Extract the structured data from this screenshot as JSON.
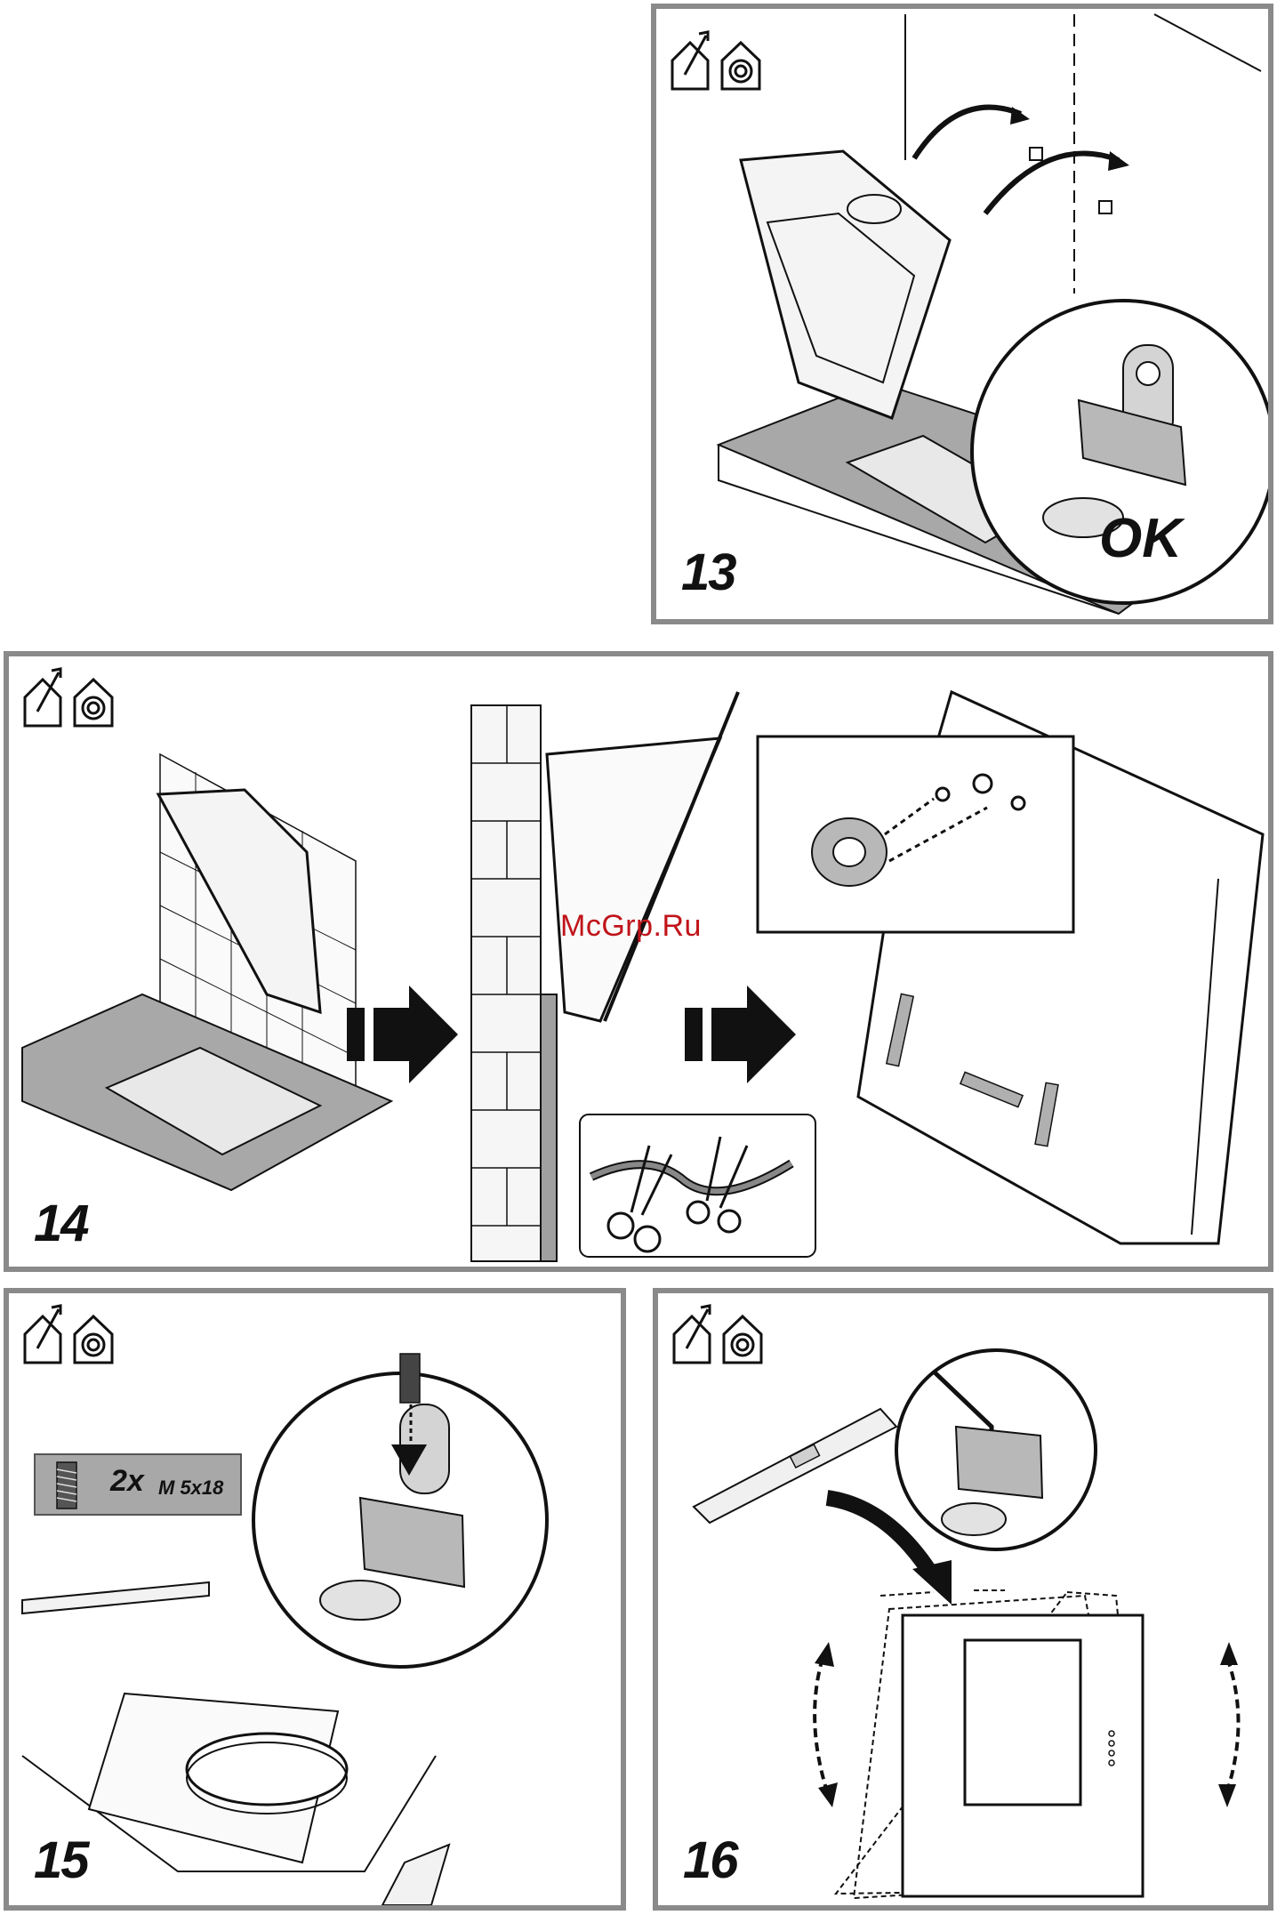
{
  "steps": {
    "s13": {
      "number": "13",
      "badge": "OK"
    },
    "s14": {
      "number": "14"
    },
    "s15": {
      "number": "15",
      "quantity": "2x",
      "screw_spec": "M 5x18"
    },
    "s16": {
      "number": "16"
    }
  },
  "watermark": "McGrp.Ru",
  "icons": [
    "house-exhaust-icon",
    "house-recirculation-icon"
  ],
  "colors": {
    "frame": "#8a8a8a",
    "watermark": "#c0141a",
    "fill_gray": "#a8a8a8"
  }
}
